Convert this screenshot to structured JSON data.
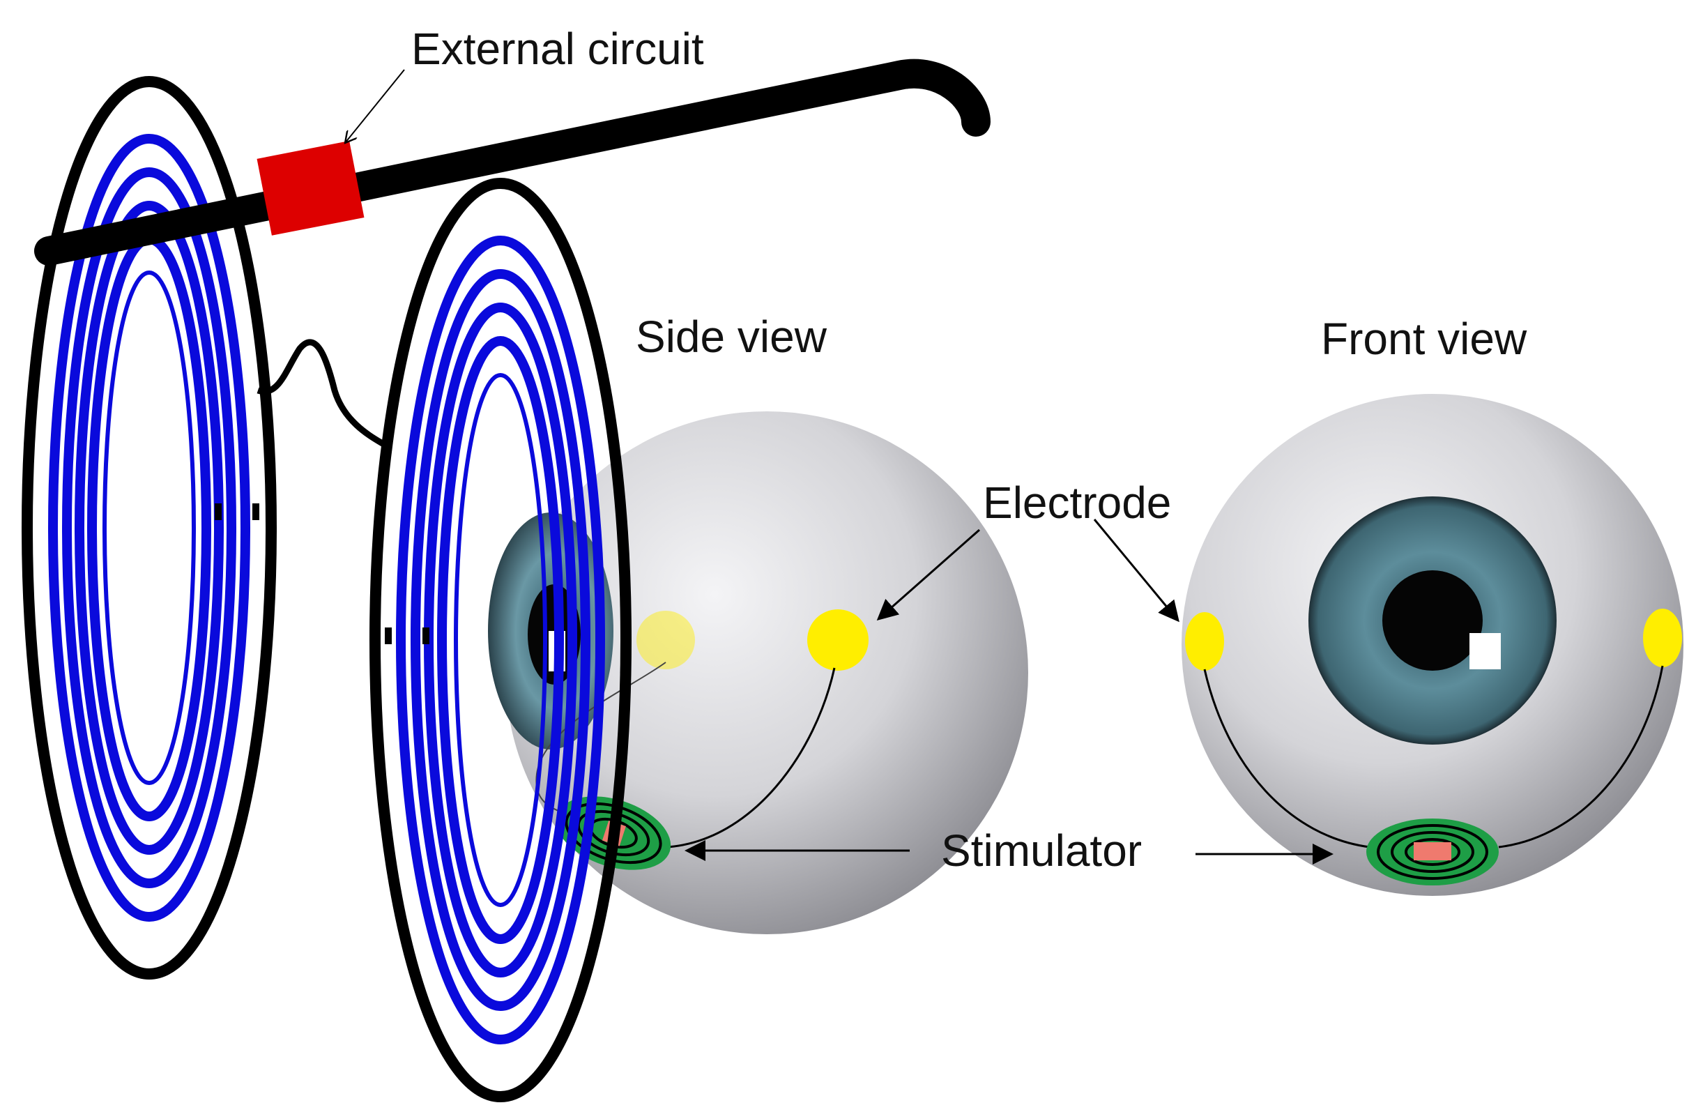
{
  "labels": {
    "external_circuit": "External circuit",
    "side_view": "Side view",
    "front_view": "Front view",
    "electrode": "Electrode",
    "stimulator": "Stimulator"
  },
  "colors": {
    "frame": "#000000",
    "coil": "#0a0adc",
    "external_circuit": "#dd0000",
    "electrode": "#ffee00",
    "stimulator_ring": "#1e9e46",
    "stimulator_core": "#ef7a6e",
    "sclera": "#d9d9dc",
    "iris": "#4f7d8c"
  },
  "icons": {
    "glasses": "glasses-with-coils-icon",
    "eye_side": "eyeball-side-icon",
    "eye_front": "eyeball-front-icon"
  }
}
